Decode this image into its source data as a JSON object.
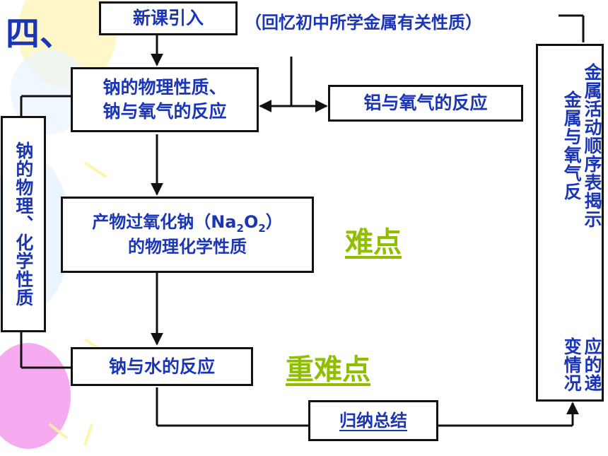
{
  "section_number": "四、",
  "intro": {
    "box": "新课引入",
    "note": "（回忆初中所学金属有关性质）"
  },
  "sodium_physical": {
    "line1": "钠的物理性质、",
    "line2": "钠与氧气的反应"
  },
  "aluminum_oxygen": "铝与氧气的反应",
  "left_sidebar": {
    "col1": "钠的物理、",
    "col2": "化学性质"
  },
  "peroxide": {
    "line1_prefix": "产物过氧化钠（Na",
    "sub1": "2",
    "mid": "O",
    "sub2": "2",
    "line1_suffix": "）",
    "line2": "的物理化学性质"
  },
  "difficult_label": "难点",
  "sodium_water": "钠与水的反应",
  "key_difficult_label": "重难点",
  "summary_label": "归纳总结",
  "right_sidebar": {
    "col1": "金属活动顺序表揭示金属与氧气反",
    "col2": "应的递变情况"
  },
  "colors": {
    "text_blue": "#1a35b8",
    "accent_green": "#8fbf00",
    "border": "#111111"
  }
}
